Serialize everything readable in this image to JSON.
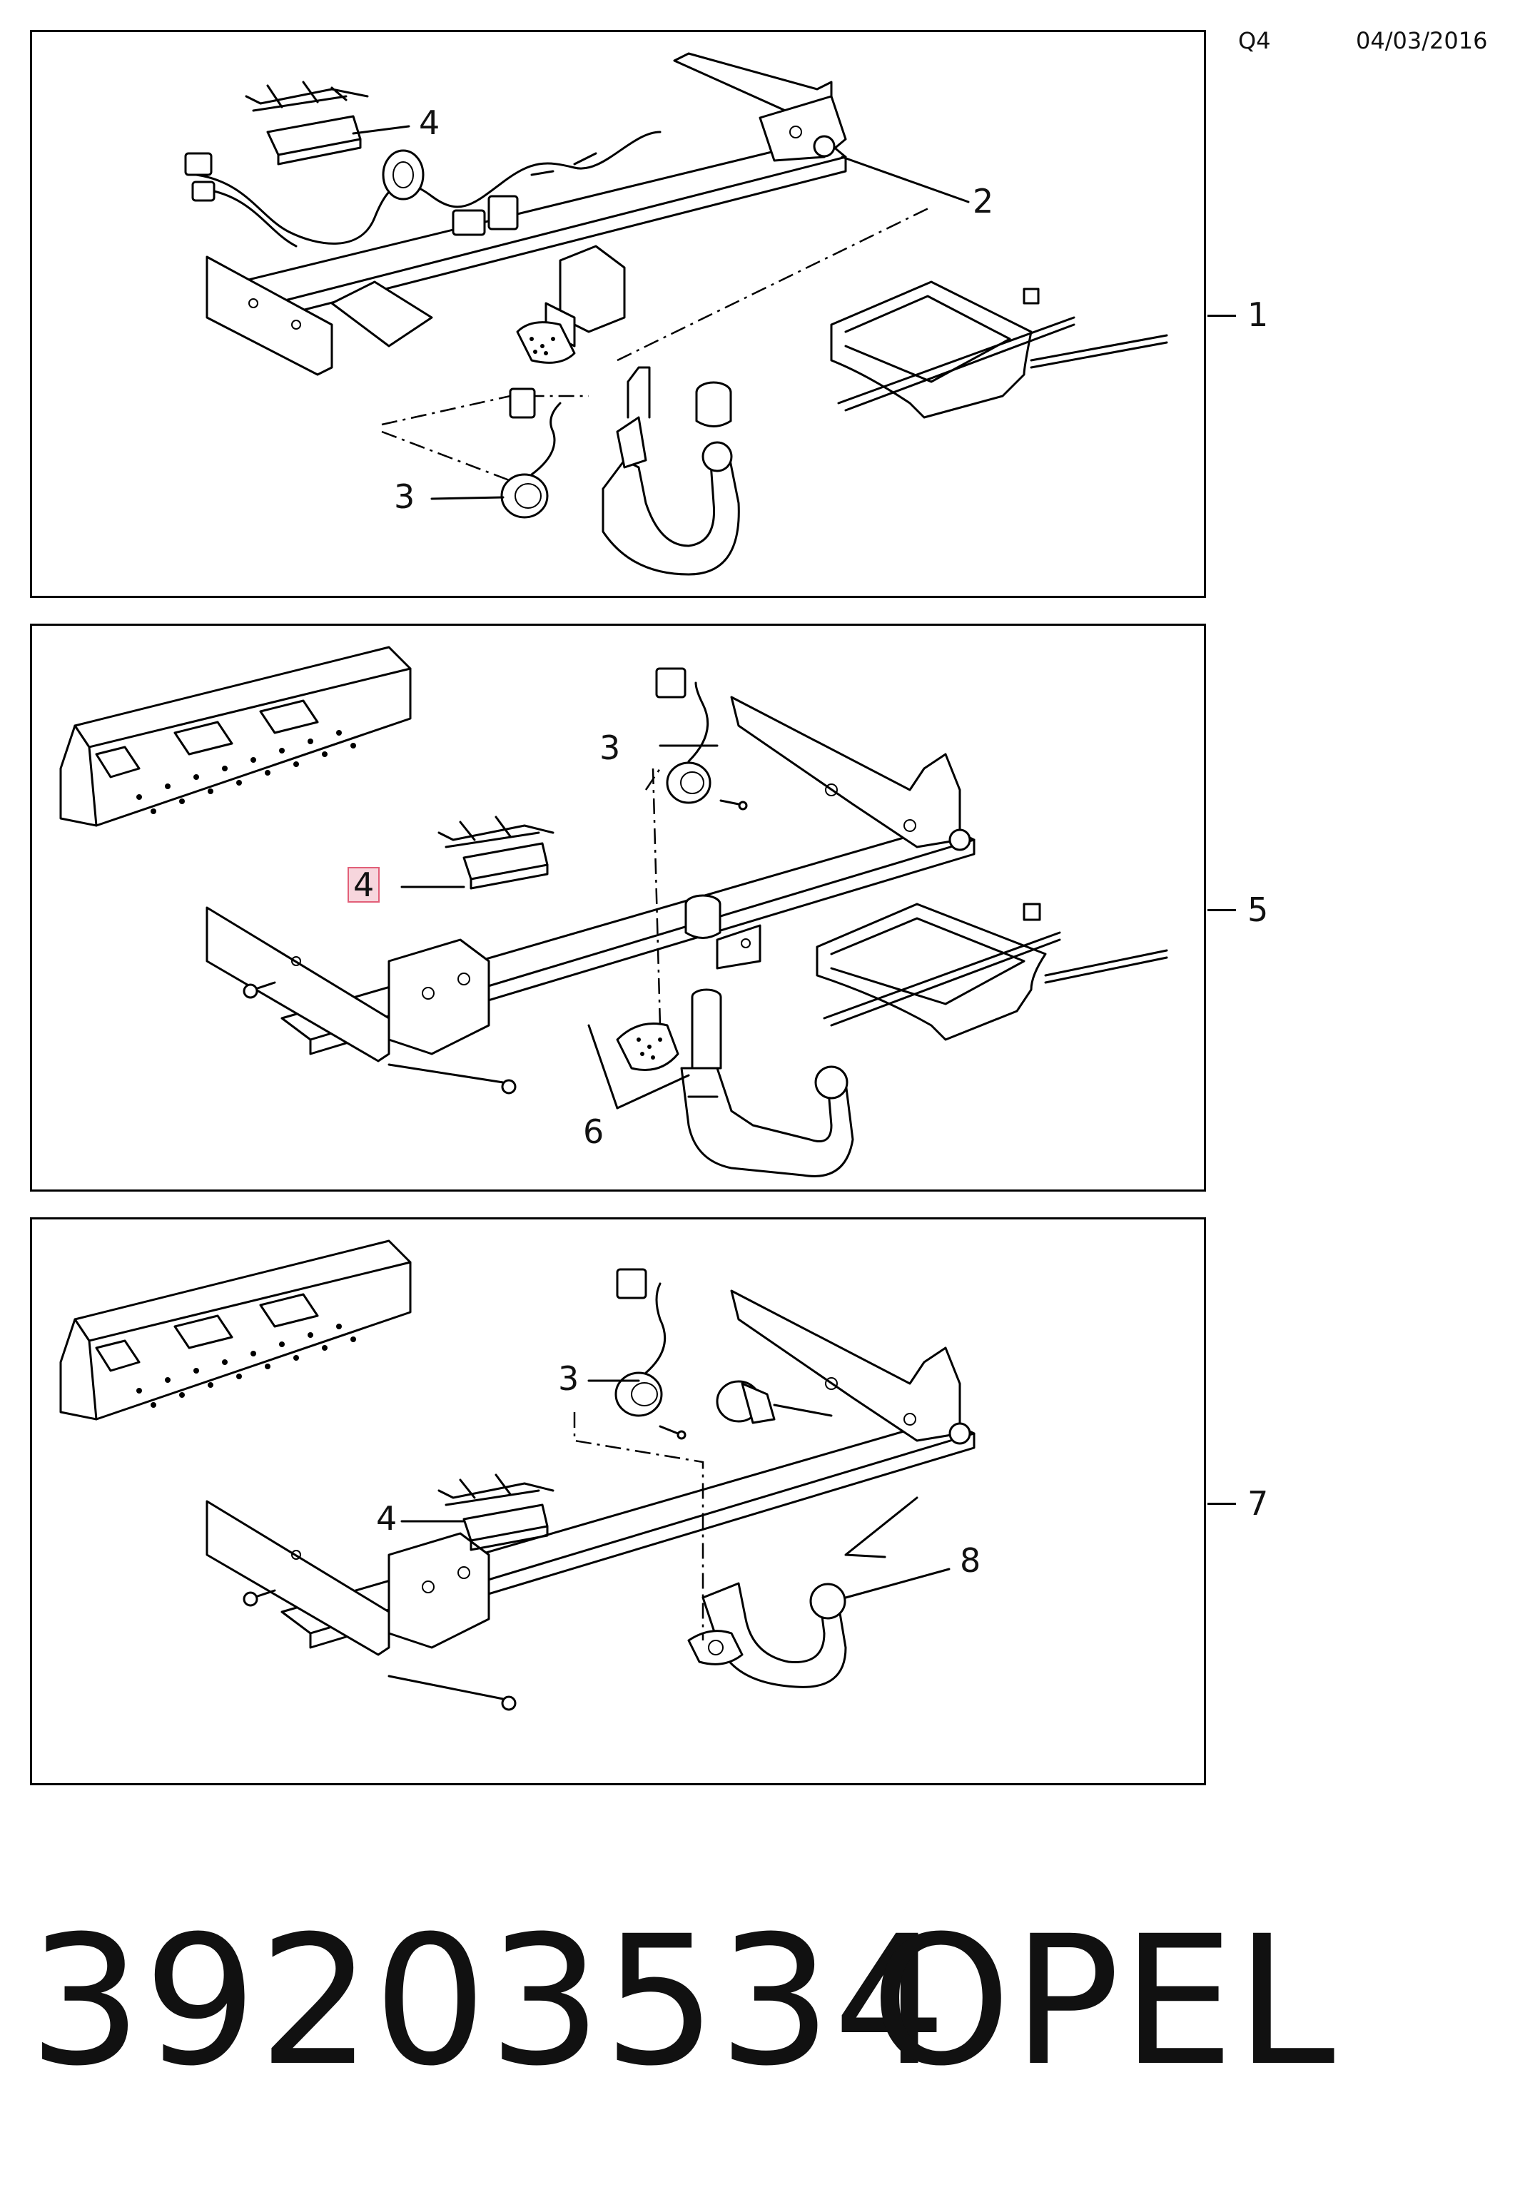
{
  "header": {
    "code": "Q4",
    "date": "04/03/2016"
  },
  "panels": [
    {
      "ref": "1",
      "callouts": [
        "4",
        "2",
        "3"
      ]
    },
    {
      "ref": "5",
      "callouts": [
        "3",
        "4",
        "6"
      ],
      "highlighted_callout": "4",
      "highlight_color": "#e25f78"
    },
    {
      "ref": "7",
      "callouts": [
        "3",
        "4",
        "8"
      ]
    }
  ],
  "footer": {
    "part_number": "39203534",
    "brand": "OPEL"
  }
}
